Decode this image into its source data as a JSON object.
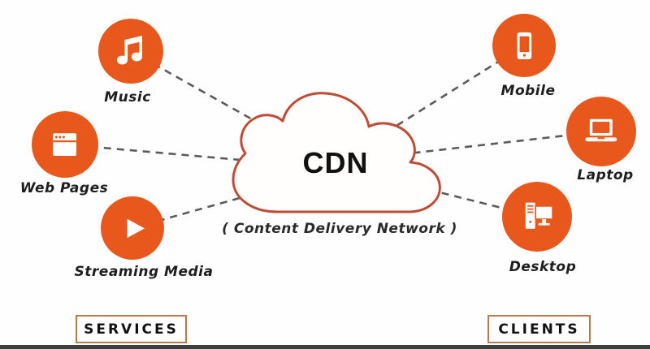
{
  "cloud": {
    "title": "CDN",
    "subtitle": "( Content Delivery Network )"
  },
  "services": {
    "group_label": "SERVICES",
    "items": [
      {
        "label": "Music",
        "icon": "music-note-icon"
      },
      {
        "label": "Web Pages",
        "icon": "browser-window-icon"
      },
      {
        "label": "Streaming Media",
        "icon": "play-icon"
      }
    ]
  },
  "clients": {
    "group_label": "CLIENTS",
    "items": [
      {
        "label": "Mobile",
        "icon": "smartphone-icon"
      },
      {
        "label": "Laptop",
        "icon": "laptop-icon"
      },
      {
        "label": "Desktop",
        "icon": "desktop-computer-icon"
      }
    ]
  },
  "colors": {
    "icon_orange": "#E8581C",
    "cloud_outline": "#C04B35",
    "connector_gray": "#5B5B5B",
    "box_border": "#C0784A",
    "text_dark": "#1E1E1E",
    "bottom_bar": "#3F3F3F"
  }
}
